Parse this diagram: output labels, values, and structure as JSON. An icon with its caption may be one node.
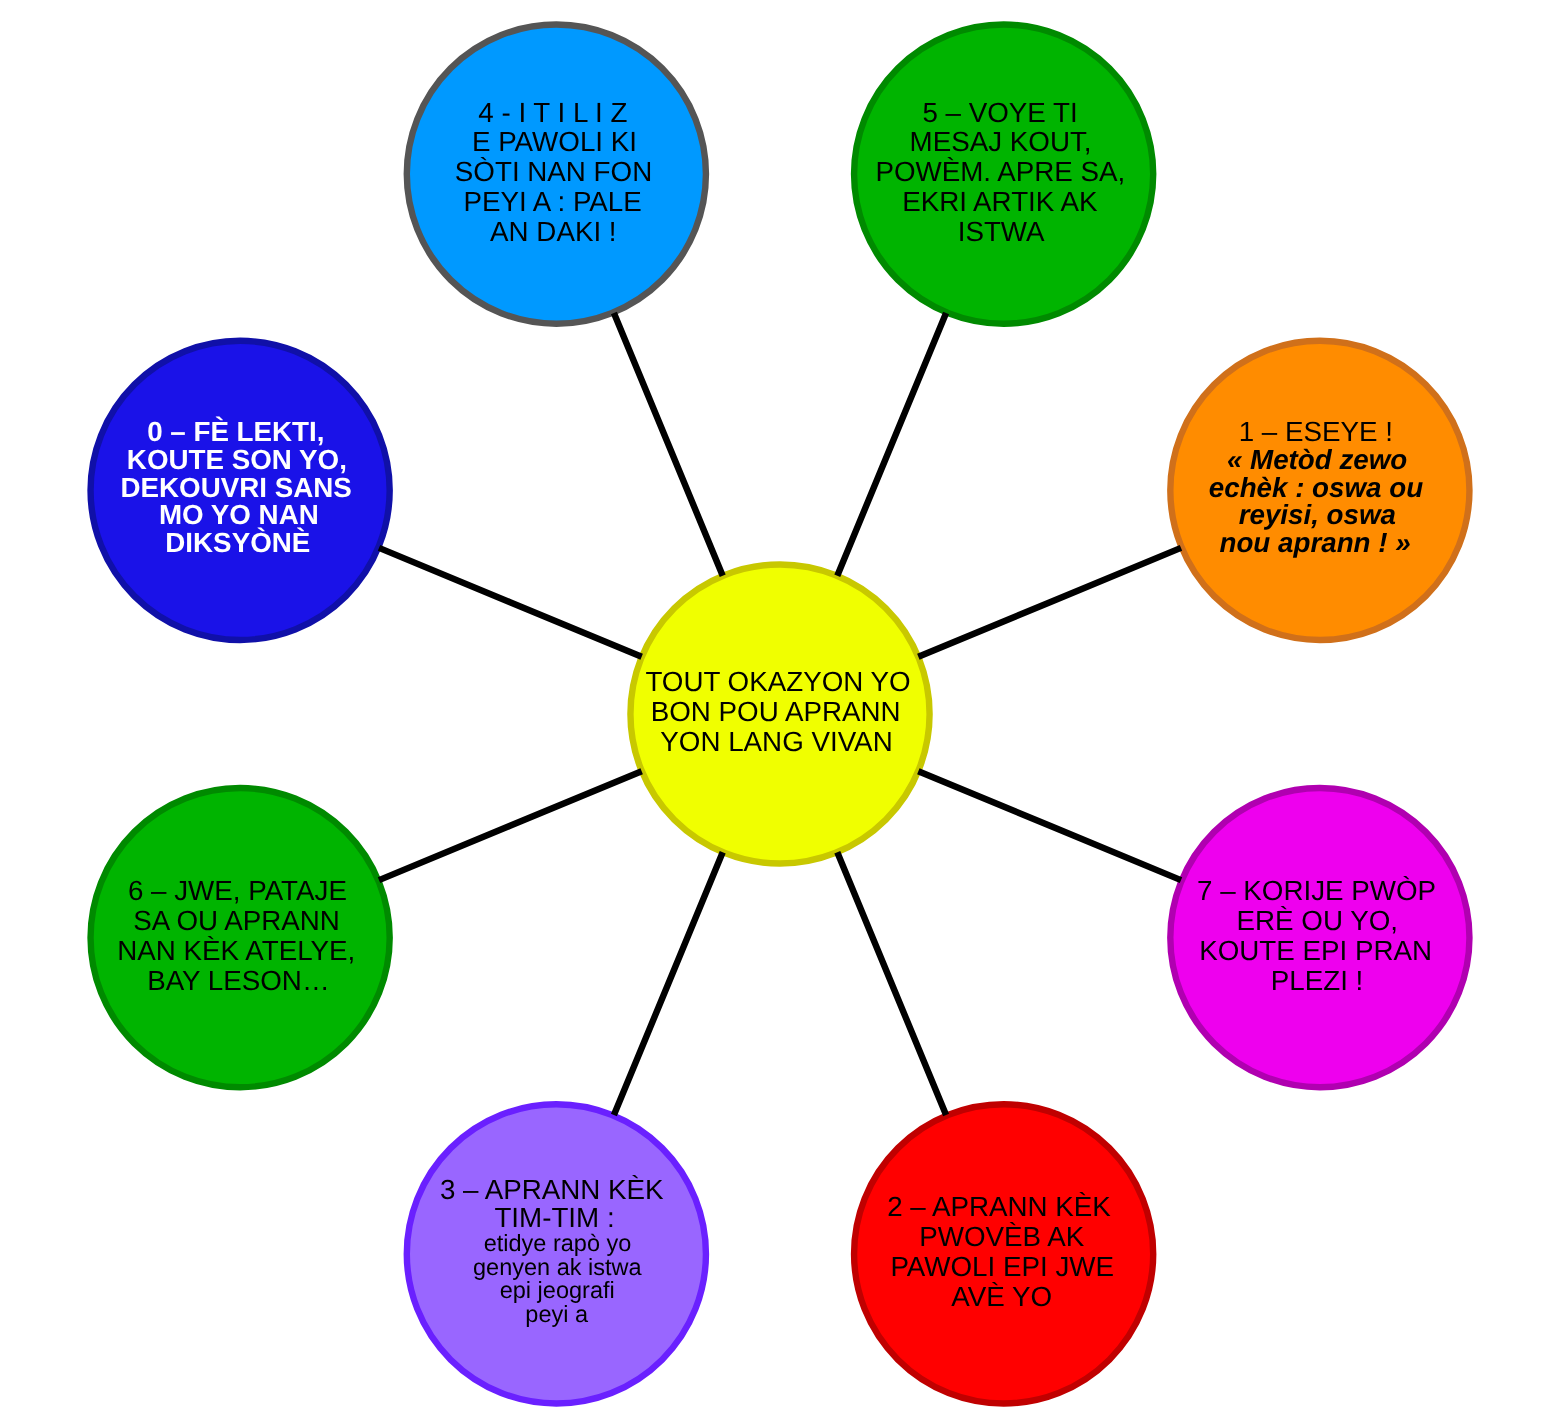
{
  "diagram": {
    "nodes": [
      {
        "text": [
          "1 – ESEYE !",
          "« Metòd zewo echèk : oswa ou reyisi, oswa nou aprann ! »"
        ]
      },
      {
        "text": [
          "5 – VOYE TI MESAJ KOUT, POWÈM. APRE SA, EKRI ARTIK AK ISTWA"
        ]
      },
      {
        "text": [
          "4 - I T I L I Z E PAWOLI KI SÒTI NAN FON PEYI A : PALE AN DAKI !"
        ]
      },
      {
        "text": [
          "0 – FÈ LEKTI, KOUTE SON YO, DEKOUVRI SANS MO YO NAN DIKSYÒNÈ"
        ]
      },
      {
        "text": [
          "TOUT OKAZYON YO BON POU APRANN YON LANG VIVAN"
        ]
      },
      {
        "text": [
          "6 – JWE, PATAJE SA OU APRANN NAN KÈK ATELYE, BAY LESON…"
        ]
      },
      {
        "text": [
          "3 – APRANN KÈK TIM-TIM :",
          "etidye rapò yo genyen ak istwa epi jeografi peyi a"
        ]
      },
      {
        "text": [
          "2 – APRANN KÈK PWOVÈB AK PAWOLI EPI JWE AVÈ YO"
        ]
      },
      {
        "text": [
          "7 – KORIJE PWÒP ERÈ OU YO, KOUTE EPI PRAN PLEZI !"
        ]
      }
    ],
    "edges": [
      {
        "from": 4,
        "to": 0,
        "arrow": "none"
      },
      {
        "from": 4,
        "to": 1,
        "arrow": "none"
      },
      {
        "from": 4,
        "to": 2,
        "arrow": "none"
      },
      {
        "from": 4,
        "to": 3,
        "arrow": "none"
      },
      {
        "from": 4,
        "to": 5,
        "arrow": "none"
      },
      {
        "from": 4,
        "to": 6,
        "arrow": "none"
      },
      {
        "from": 4,
        "to": 7,
        "arrow": "none"
      },
      {
        "from": 4,
        "to": 8,
        "arrow": "none"
      }
    ]
  }
}
